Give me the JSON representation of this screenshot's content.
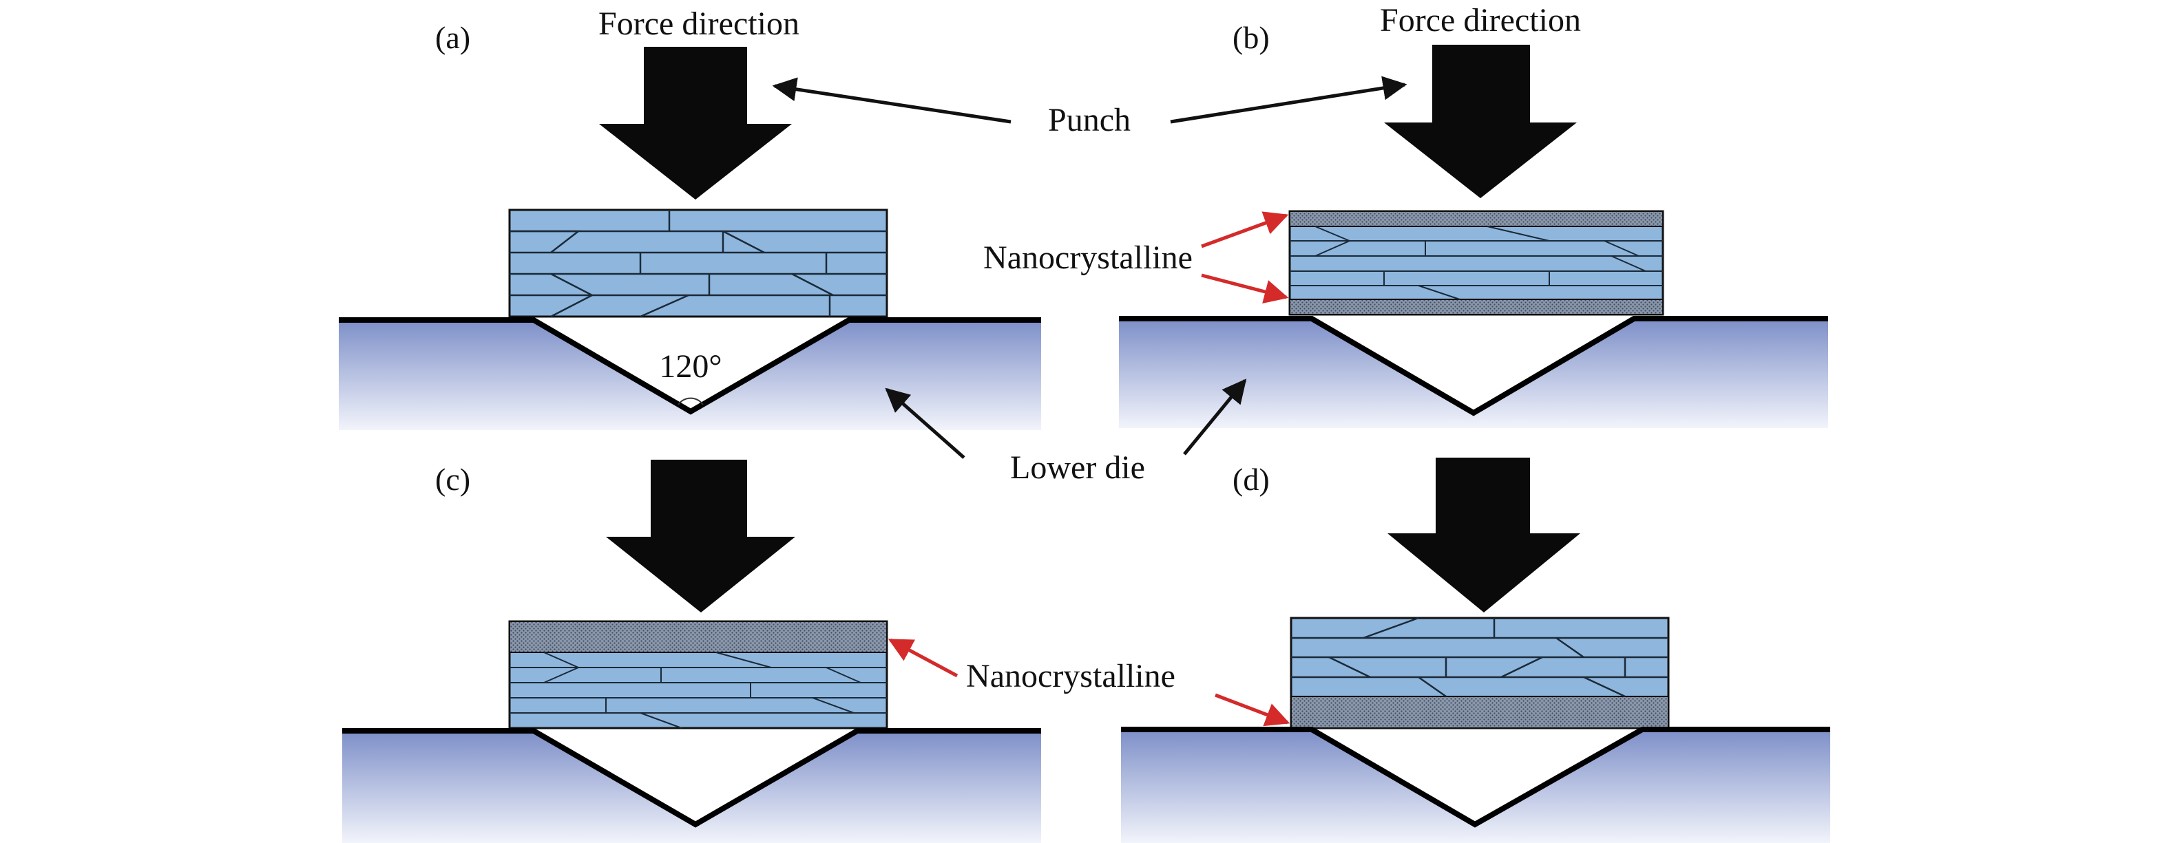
{
  "panels": [
    {
      "id": "a",
      "label": "(a)",
      "force_label": "Force direction",
      "angle_label": "120°",
      "nano_layers": "none"
    },
    {
      "id": "b",
      "label": "(b)",
      "force_label": "Force direction",
      "nano_layers": "top and bottom"
    },
    {
      "id": "c",
      "label": "(c)",
      "nano_layers": "top"
    },
    {
      "id": "d",
      "label": "(d)",
      "nano_layers": "bottom"
    }
  ],
  "annotations": {
    "punch": "Punch",
    "lower_die": "Lower die",
    "nanocrystalline_upper": "Nanocrystalline",
    "nanocrystalline_lower": "Nanocrystalline"
  },
  "colors": {
    "punch": "#0a0a0a",
    "sheet_fill": "#8fb6dc",
    "grain_lines": "#1a2a3a",
    "nano_layer": "#6a7890",
    "die_top": "#7d8fc8",
    "die_bottom": "#f2f4fb",
    "black_arrow": "#111111",
    "red_arrow": "#d42a2a"
  }
}
